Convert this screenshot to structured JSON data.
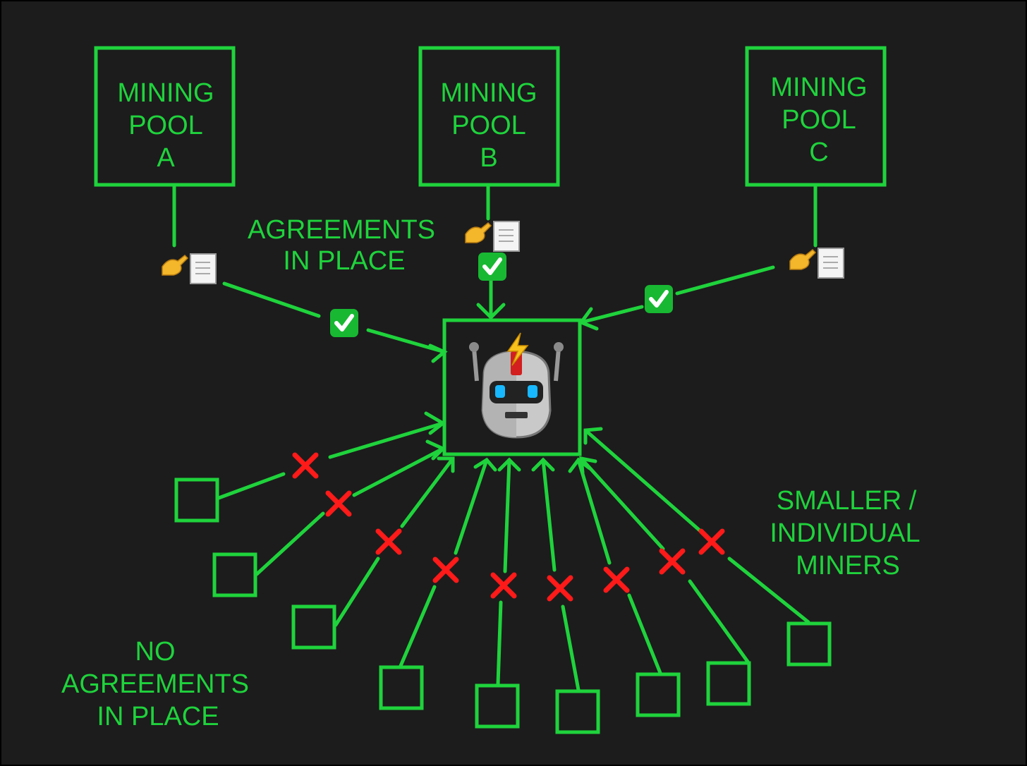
{
  "pools": [
    {
      "lines": [
        "MINING",
        "POOL",
        "A"
      ]
    },
    {
      "lines": [
        "MINING",
        "POOL",
        "B"
      ]
    },
    {
      "lines": [
        "MINING",
        "POOL",
        "C"
      ]
    }
  ],
  "labels": {
    "agreements": [
      "AGREEMENTS",
      "IN PLACE"
    ],
    "no_agreements": [
      "NO",
      "AGREEMENTS",
      "IN PLACE"
    ],
    "small_miners": [
      "SMALLER /",
      "INDIVIDUAL",
      "MINERS"
    ]
  },
  "icons": {
    "contract": "writing-hand-and-document-icon",
    "approved": "green-checkmark-icon",
    "blocked": "red-x-icon",
    "center": "robot-with-lightning-icon"
  },
  "colors": {
    "background": "#1c1c1c",
    "accent": "#1fd33c",
    "blocked": "#ff1a1a",
    "approved": "#18b832"
  }
}
